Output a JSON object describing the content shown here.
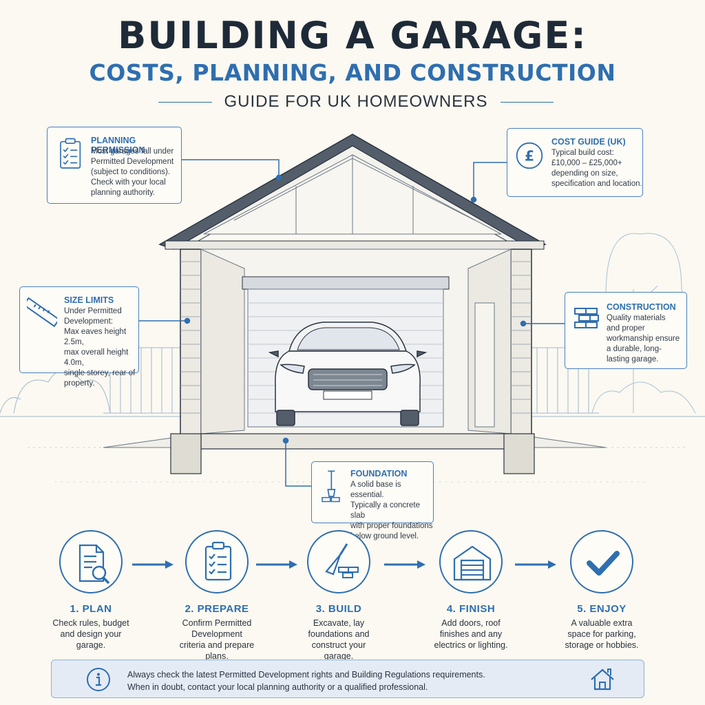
{
  "header": {
    "title": "BUILDING A GARAGE:",
    "subtitle": "COSTS, PLANNING, AND CONSTRUCTION",
    "tagline": "GUIDE FOR UK HOMEOWNERS"
  },
  "callouts": {
    "planning": {
      "title": "PLANNING PERMISSION",
      "lines": [
        "Most garages fall under",
        "Permitted Development",
        "(subject to conditions).",
        "Check with your local",
        "planning authority."
      ]
    },
    "cost": {
      "title": "COST GUIDE (UK)",
      "lines": [
        "Typical build cost:",
        "£10,000 – £25,000+",
        "depending on size,",
        "specification and location."
      ]
    },
    "size": {
      "title": "SIZE LIMITS",
      "lines": [
        "Under Permitted",
        "Development:",
        "Max eaves height 2.5m,",
        "max overall height 4.0m,",
        "single storey, rear of",
        "property."
      ]
    },
    "construction": {
      "title": "CONSTRUCTION",
      "lines": [
        "Quality materials",
        "and proper",
        "workmanship ensure",
        "a durable, long-",
        "lasting garage."
      ]
    },
    "foundation": {
      "title": "FOUNDATION",
      "lines": [
        "A solid base is essential.",
        "Typically a concrete slab",
        "with proper foundations",
        "below ground level."
      ]
    }
  },
  "steps": [
    {
      "title": "1. PLAN",
      "lines": [
        "Check rules, budget",
        "and design your",
        "garage."
      ],
      "icon": "document-search-icon"
    },
    {
      "title": "2. PREPARE",
      "lines": [
        "Confirm Permitted",
        "Development",
        "criteria and prepare",
        "plans."
      ],
      "icon": "clipboard-checklist-icon"
    },
    {
      "title": "3. BUILD",
      "lines": [
        "Excavate, lay",
        "foundations and",
        "construct your",
        "garage."
      ],
      "icon": "trowel-bricks-icon"
    },
    {
      "title": "4. FINISH",
      "lines": [
        "Add doors, roof",
        "finishes and any",
        "electrics or lighting."
      ],
      "icon": "garage-door-icon"
    },
    {
      "title": "5. ENJOY",
      "lines": [
        "A valuable extra",
        "space for parking,",
        "storage or hobbies."
      ],
      "icon": "checkmark-icon"
    }
  ],
  "notice": {
    "line1": "Always check the latest Permitted Development rights and Building Regulations requirements.",
    "line2": "When in doubt, contact your local planning authority or a qualified professional."
  },
  "colors": {
    "accent": "#2f6eb0",
    "title": "#1f2a38",
    "background": "#fbf9f1",
    "notice_bg": "#e4ebf5"
  }
}
